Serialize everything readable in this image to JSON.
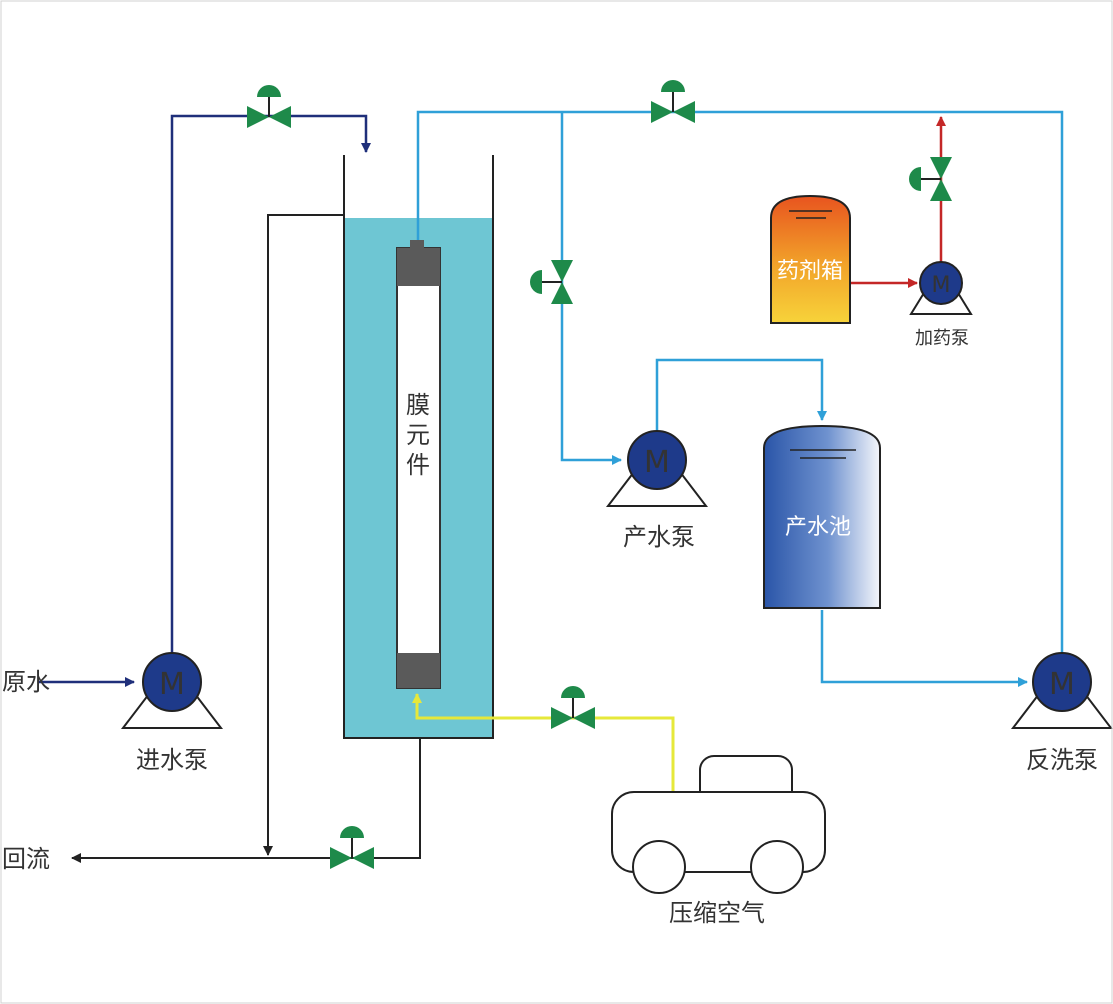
{
  "labels": {
    "raw_water": "原水",
    "inlet_pump": "进水泵",
    "return_flow": "回流",
    "membrane": [
      "膜",
      "元",
      "件"
    ],
    "chem_tank": "药剂箱",
    "dosing_pump": "加药泵",
    "product_pump": "产水泵",
    "product_tank": "产水池",
    "backwash_pump": "反洗泵",
    "compressed_air": "压缩空气"
  },
  "pump_symbol": "M",
  "colors": {
    "feed_line": "#1f2f7a",
    "return_line": "#222222",
    "product_line": "#2fa0d8",
    "chem_line": "#c42727",
    "air_line": "#e6e83a",
    "tank_water": "#6ec6d3",
    "valve_green": "#1e8a4a",
    "pump_blue": "#1e3a8a"
  }
}
